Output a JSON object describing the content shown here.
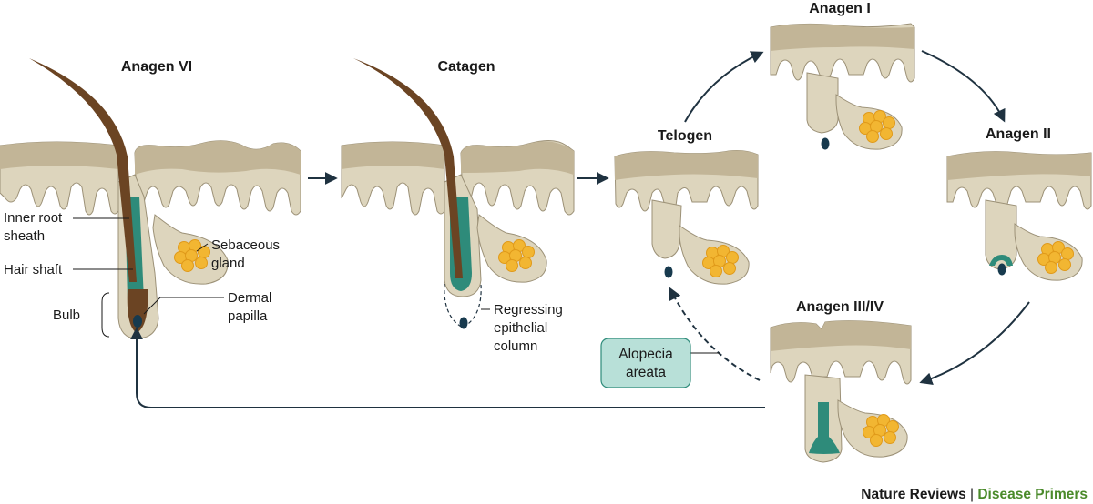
{
  "stages": {
    "anagen_vi": "Anagen VI",
    "catagen": "Catagen",
    "telogen": "Telogen",
    "anagen_i": "Anagen I",
    "anagen_ii": "Anagen II",
    "anagen_iii_iv": "Anagen III/IV"
  },
  "labels": {
    "inner_root_1": "Inner root",
    "inner_root_2": "sheath",
    "hair_shaft": "Hair shaft",
    "bulb": "Bulb",
    "sebaceous_1": "Sebaceous",
    "sebaceous_2": "gland",
    "dermal_1": "Dermal",
    "dermal_2": "papilla",
    "regress_1": "Regressing",
    "regress_2": "epithelial",
    "regress_3": "column"
  },
  "callout": {
    "line1": "Alopecia",
    "line2": "areata"
  },
  "footer": {
    "brand": "Nature Reviews",
    "separator": " | ",
    "series": "Disease Primers"
  },
  "colors": {
    "skin": "#ddd5bd",
    "skin_top": "#c2b597",
    "outline": "#9c9177",
    "hair": "#6b4423",
    "sheath": "#2e8b7a",
    "gland": "#f2b632",
    "papilla": "#173a4e",
    "arrow": "#1f3240",
    "callout_fill": "#b8e0d8",
    "callout_stroke": "#2e8b7a",
    "brand": "#1a1a1a",
    "series": "#4a8a2a"
  }
}
